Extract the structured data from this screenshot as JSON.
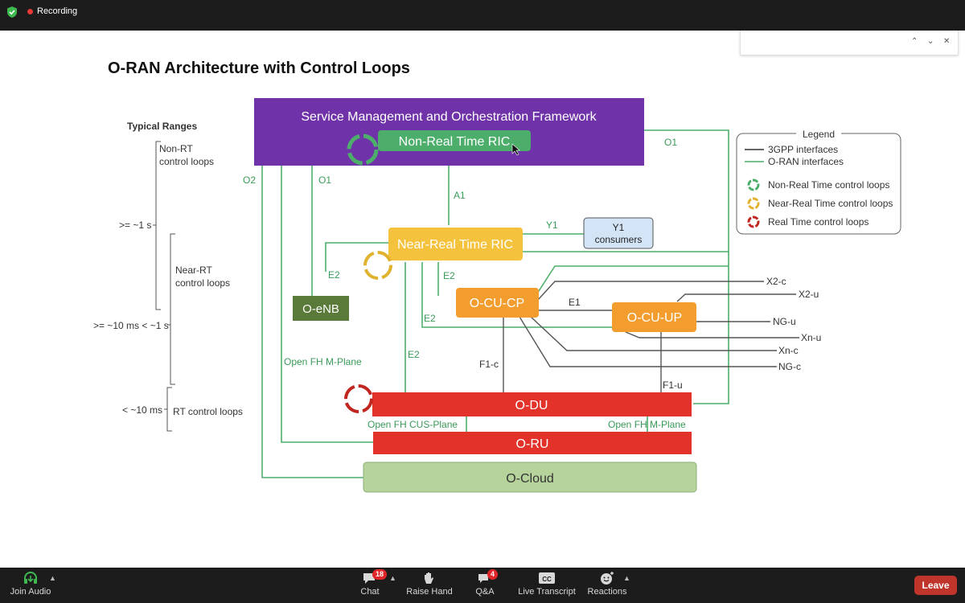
{
  "top_bar": {
    "recording_label": "Recording"
  },
  "slide": {
    "title": "O-RAN Architecture with Control Loops",
    "typical_ranges": {
      "heading": "Typical Ranges",
      "non_rt_1": "Non-RT",
      "non_rt_2": "control loops",
      "near_rt_1": "Near-RT",
      "near_rt_2": "control loops",
      "rt": "RT control loops",
      "range_1": ">= ~1 s",
      "range_2": ">= ~10 ms < ~1 s",
      "range_3": "< ~10 ms"
    },
    "boxes": {
      "smo": "Service Management and Orchestration Framework",
      "non_rt_ric": "Non-Real Time RIC",
      "near_rt_ric": "Near-Real Time RIC",
      "y1_line1": "Y1",
      "y1_line2": "consumers",
      "o_enb": "O-eNB",
      "o_cu_cp": "O-CU-CP",
      "o_cu_up": "O-CU-UP",
      "o_du": "O-DU",
      "o_ru": "O-RU",
      "o_cloud": "O-Cloud"
    },
    "interfaces": {
      "o1_right": "O1",
      "o2": "O2",
      "o1_left": "O1",
      "a1": "A1",
      "y1": "Y1",
      "e2_enb": "E2",
      "e2_cucp": "E2",
      "e2_cuup": "E2",
      "e2_du": "E2",
      "e1": "E1",
      "f1c": "F1-c",
      "f1u": "F1-u",
      "open_fh_m_left": "Open FH M-Plane",
      "open_fh_cus": "Open FH CUS-Plane",
      "open_fh_m_right": "Open FH M-Plane",
      "x2c": "X2-c",
      "x2u": "X2-u",
      "ngu": "NG-u",
      "xnu": "Xn-u",
      "xnc": "Xn-c",
      "ngc": "NG-c"
    },
    "legend": {
      "title": "Legend",
      "gpp": "3GPP interfaces",
      "oran": "O-RAN interfaces",
      "non_rt": "Non-Real Time control loops",
      "near_rt": "Near-Real Time control loops",
      "rt": "Real Time control loops"
    }
  },
  "bottom_bar": {
    "join_audio": "Join Audio",
    "chat": "Chat",
    "chat_badge": "18",
    "raise_hand": "Raise Hand",
    "qa": "Q&A",
    "qa_badge": "4",
    "live_transcript": "Live Transcript",
    "cc_icon_text": "CC",
    "reactions": "Reactions",
    "leave": "Leave"
  },
  "colors": {
    "smo": "#6f32a8",
    "green": "#4cae6a",
    "yellow": "#f5c23e",
    "orange": "#f29d2e",
    "red": "#e2322a",
    "cloud": "#b6d39c",
    "enb": "#5a7a3a",
    "y1": "#d4e4f7"
  }
}
